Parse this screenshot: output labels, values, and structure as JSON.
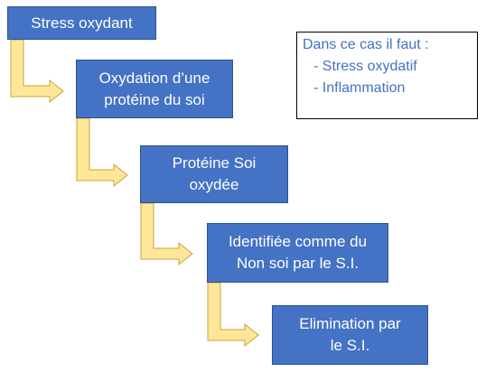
{
  "steps": [
    {
      "label": "Stress oxydant"
    },
    {
      "label": "Oxydation d’une\nprotéine du soi"
    },
    {
      "label": "Protéine Soi\noxydée"
    },
    {
      "label": "Identifiée comme du\nNon soi par le S.I."
    },
    {
      "label": "Elimination par\nle S.I."
    }
  ],
  "note": {
    "title": "Dans ce cas il faut :",
    "items": [
      "- Stress oxydatif",
      "- Inflammation"
    ]
  },
  "colors": {
    "box_fill": "#4472c4",
    "box_border": "#2f528f",
    "arrow_fill": "#ffe699",
    "arrow_stroke": "#c9a437",
    "note_text": "#4472c4"
  }
}
